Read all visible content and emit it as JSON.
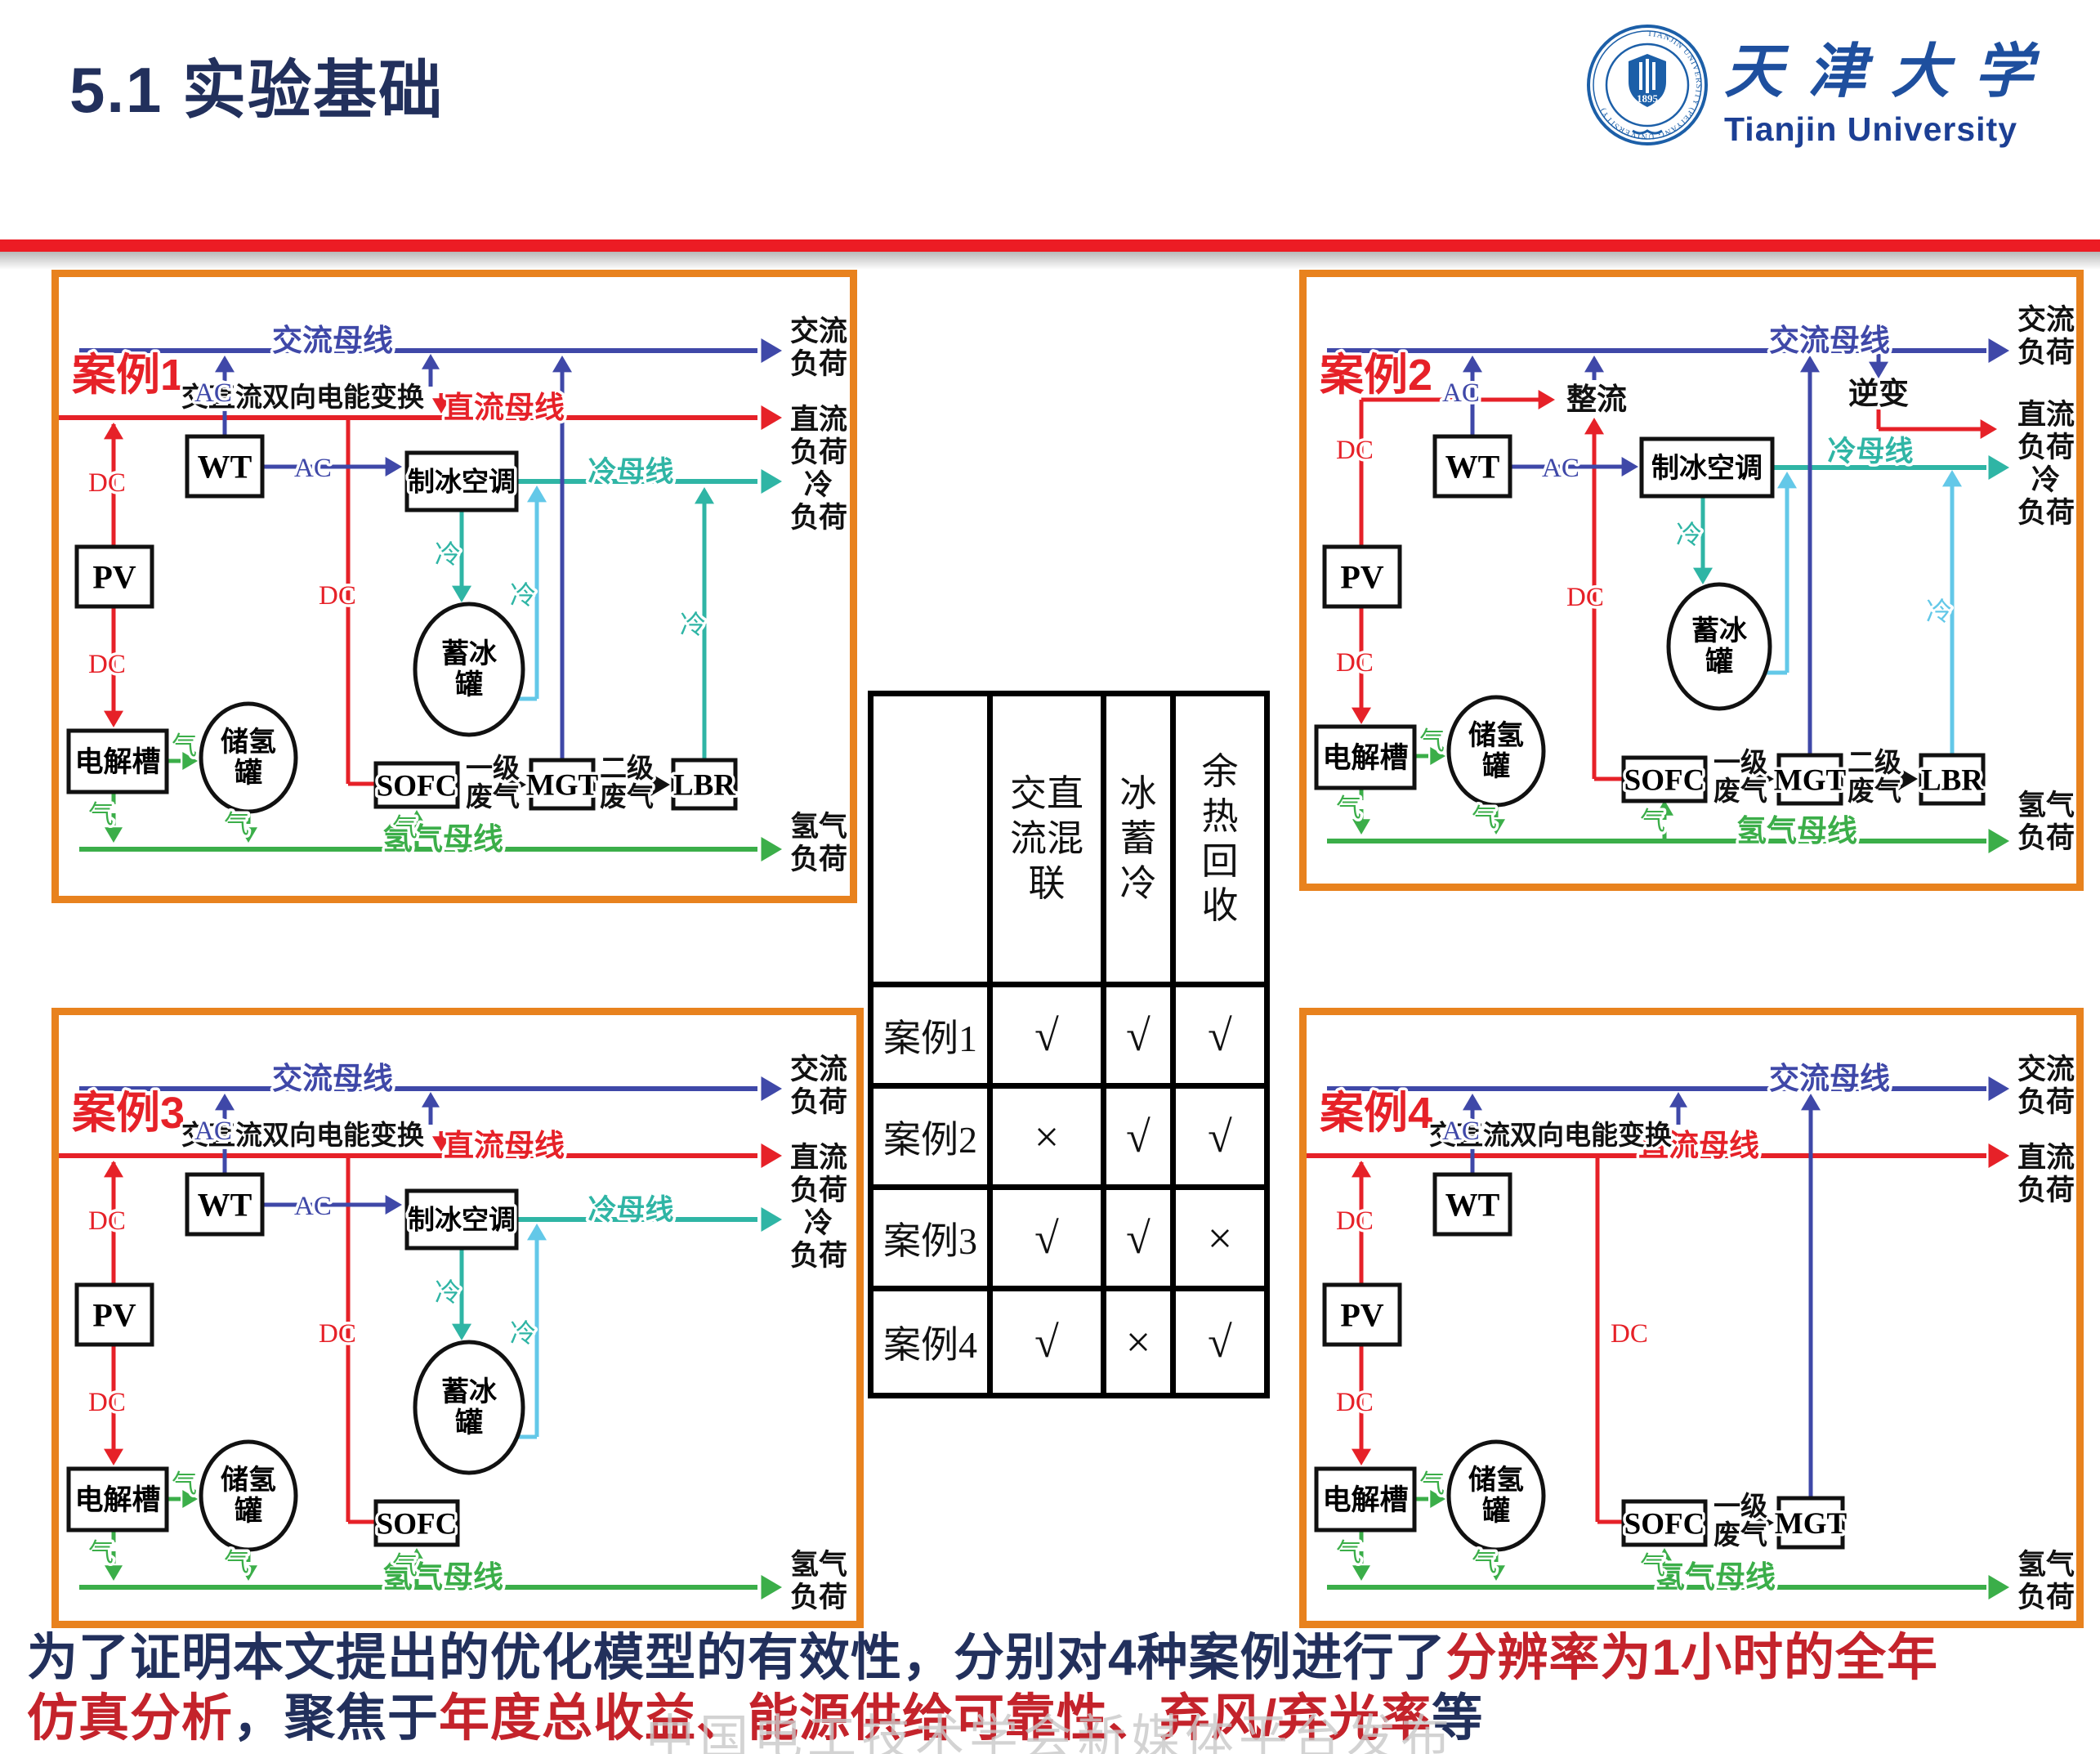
{
  "title": "5.1 实验基础",
  "logo": {
    "seal_ring": "TIANJIN UNIVERSITY (PEIYANG UNIVERSITY)",
    "seal_year": "1895",
    "uni_cn": "天津大学",
    "uni_en": "Tianjin University"
  },
  "cases": [
    "案例1",
    "案例2",
    "案例3",
    "案例4"
  ],
  "g": {
    "ac_bus": "交流母线",
    "dc_bus": "直流母线",
    "cold_bus": "冷母线",
    "h2_bus": "氢气母线",
    "converter": "交直流双向电能变换",
    "rectifier": "整流",
    "inverter": "逆变",
    "ac": "AC",
    "dc": "DC",
    "gas": "气",
    "cold": "冷",
    "wt": "WT",
    "pv": "PV",
    "sofc": "SOFC",
    "mgt": "MGT",
    "lbr": "LBR",
    "electrolyzer": "电解槽",
    "h2_tank": [
      "储氢",
      "罐"
    ],
    "ice_tank": [
      "蓄冰",
      "罐"
    ],
    "ice_ac": "制冰空调",
    "ex1": [
      "一级",
      "废气"
    ],
    "ex2": [
      "二级",
      "废气"
    ],
    "load_ac": [
      "交流",
      "负荷"
    ],
    "load_dc": [
      "直流",
      "负荷"
    ],
    "load_cold": [
      "冷",
      "负荷"
    ],
    "load_h2": [
      "氢气",
      "负荷"
    ]
  },
  "table": {
    "col_headers": [
      "交直流混联",
      "冰蓄冷",
      "余热回收"
    ],
    "rows": [
      {
        "name": "案例1",
        "marks": [
          "√",
          "√",
          "√"
        ]
      },
      {
        "name": "案例2",
        "marks": [
          "×",
          "√",
          "√"
        ]
      },
      {
        "name": "案例3",
        "marks": [
          "√",
          "√",
          "×"
        ]
      },
      {
        "name": "案例4",
        "marks": [
          "√",
          "×",
          "√"
        ]
      }
    ]
  },
  "footer": {
    "line1": [
      {
        "text": "为了证明本文提出的优化模型的有效性，分别对4种案例进行了",
        "color": "navy"
      },
      {
        "text": "分辨率为1小时的全年",
        "color": "red"
      }
    ],
    "line2": [
      {
        "text": "仿真分析",
        "color": "red"
      },
      {
        "text": "，聚焦于",
        "color": "navy"
      },
      {
        "text": "年度总收益、能源供给可靠性、弃风/弃光率",
        "color": "red"
      },
      {
        "text": "等",
        "color": "navy"
      }
    ]
  },
  "watermark": "中国电工技术学会新媒体平台发布",
  "colors": {
    "accent_red": "#e62128",
    "bus_blue": "#3f48a8",
    "teal": "#2fb5a5",
    "cyan": "#63c8e8",
    "green": "#3bae49",
    "orange": "#e8821e",
    "navy": "#22305c"
  }
}
